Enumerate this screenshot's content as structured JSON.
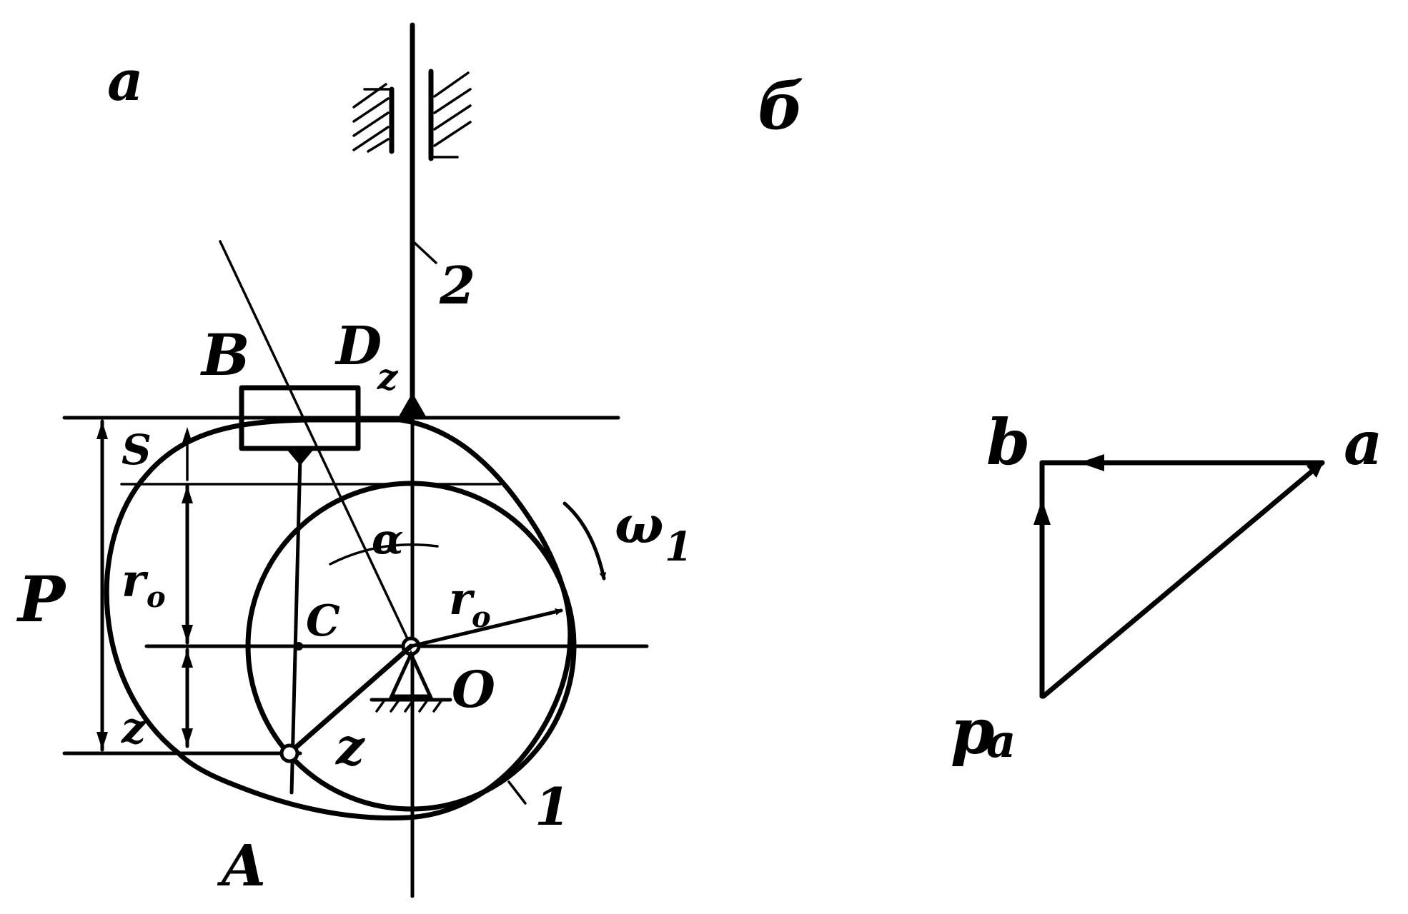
{
  "figure": {
    "panel_a_label": "а",
    "panel_b_label": "б"
  },
  "mechanism": {
    "labels": {
      "B": "B",
      "D": "D",
      "D_sub": "z",
      "link2": "2",
      "link1": "1",
      "S": "S",
      "P": "P",
      "r0_left": "r",
      "r0_left_sub": "o",
      "r0_right": "r",
      "r0_right_sub": "o",
      "C": "C",
      "O": "O",
      "z_left": "z",
      "z_right": "z",
      "A": "A",
      "alpha": "α",
      "omega": "ω",
      "omega_sub": "1"
    }
  },
  "velocity_plan": {
    "labels": {
      "b": "b",
      "a": "a",
      "p": "p",
      "p_sub": "a"
    }
  }
}
